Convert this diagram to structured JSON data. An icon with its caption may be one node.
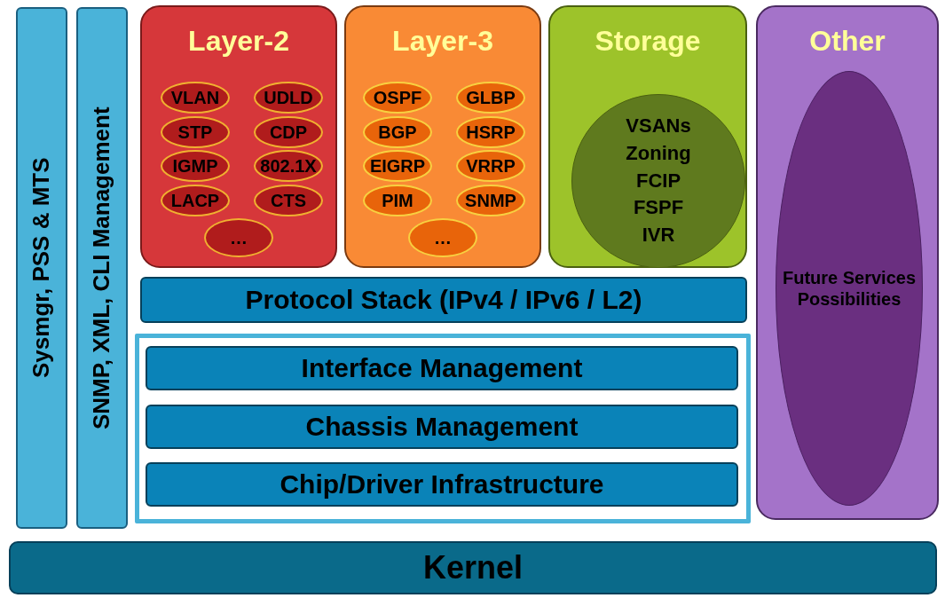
{
  "diagram": {
    "nodes": [
      {
        "text": [
          "Sysmgr, PSS & MTS"
        ]
      },
      {
        "text": [
          "SNMP, XML, CLI Management"
        ]
      },
      {
        "text": [
          "Layer-2"
        ]
      },
      {
        "text": [
          "VLAN"
        ],
        "in": 2
      },
      {
        "text": [
          "UDLD"
        ],
        "in": 2
      },
      {
        "text": [
          "STP"
        ],
        "in": 2
      },
      {
        "text": [
          "CDP"
        ],
        "in": 2
      },
      {
        "text": [
          "IGMP"
        ],
        "in": 2
      },
      {
        "text": [
          "802.1X"
        ],
        "in": 2
      },
      {
        "text": [
          "LACP"
        ],
        "in": 2
      },
      {
        "text": [
          "CTS"
        ],
        "in": 2
      },
      {
        "text": [
          "…"
        ],
        "in": 2
      },
      {
        "text": [
          "Layer-3"
        ]
      },
      {
        "text": [
          "OSPF"
        ],
        "in": 12
      },
      {
        "text": [
          "GLBP"
        ],
        "in": 12
      },
      {
        "text": [
          "BGP"
        ],
        "in": 12
      },
      {
        "text": [
          "HSRP"
        ],
        "in": 12
      },
      {
        "text": [
          "EIGRP"
        ],
        "in": 12
      },
      {
        "text": [
          "VRRP"
        ],
        "in": 12
      },
      {
        "text": [
          "PIM"
        ],
        "in": 12
      },
      {
        "text": [
          "SNMP"
        ],
        "in": 12
      },
      {
        "text": [
          "…"
        ],
        "in": 12
      },
      {
        "text": [
          "Storage"
        ]
      },
      {
        "text": [
          "VSANs",
          "Zoning",
          "FCIP",
          "FSPF",
          "IVR"
        ],
        "in": 22
      },
      {
        "text": [
          "Other"
        ]
      },
      {
        "text": [
          "Future Services Possibilities"
        ],
        "in": 24
      },
      {
        "text": [
          "Protocol Stack (IPv4 / IPv6 / L2)"
        ]
      },
      {
        "text": [],
        "shape": "box"
      },
      {
        "text": [
          "Interface Management"
        ],
        "in": 27
      },
      {
        "text": [
          "Chassis Management"
        ],
        "in": 27
      },
      {
        "text": [
          "Chip/Driver Infrastructure"
        ],
        "in": 27
      },
      {
        "text": [
          "Kernel"
        ]
      }
    ],
    "edges": []
  }
}
